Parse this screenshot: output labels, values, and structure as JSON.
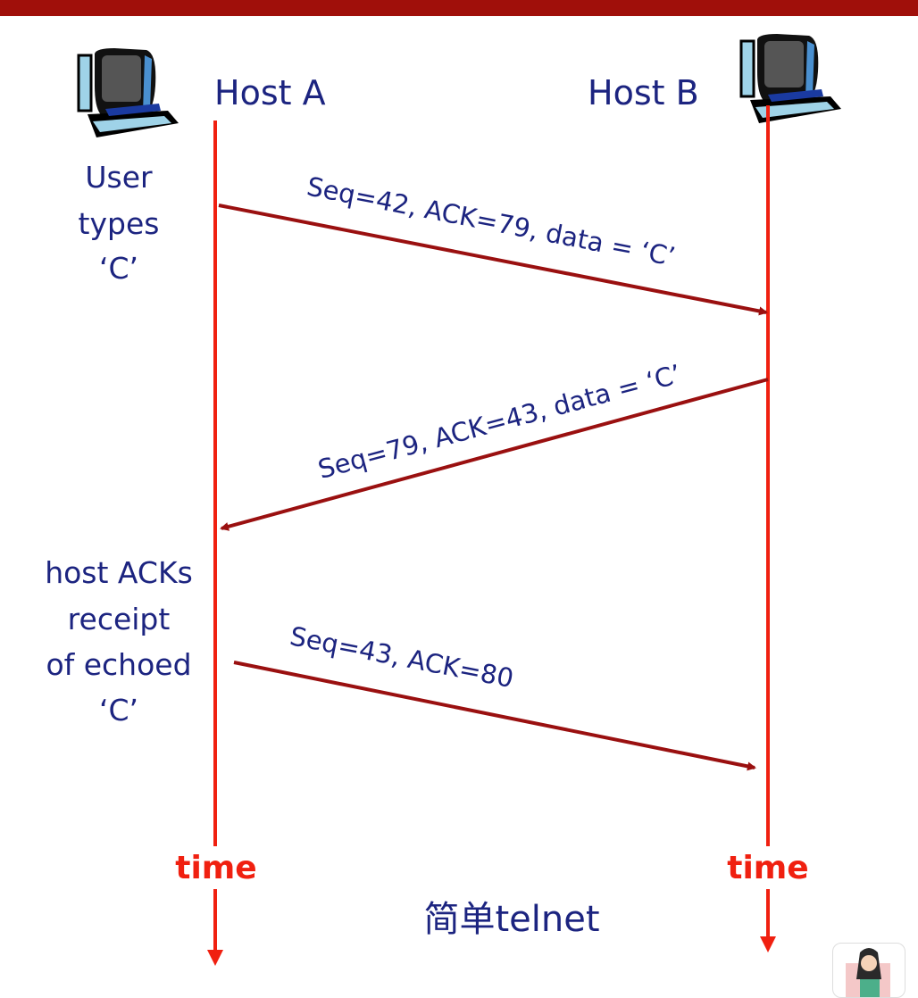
{
  "hosts": {
    "a": "Host A",
    "b": "Host B"
  },
  "left_notes": {
    "user_types": [
      "User",
      "types",
      "‘C’"
    ],
    "host_acks": [
      "host ACKs",
      "receipt",
      "of echoed",
      "‘C’"
    ]
  },
  "messages": [
    "Seq=42, ACK=79, data = ‘C’",
    "Seq=79, ACK=43, data = ‘C’",
    "Seq=43, ACK=80"
  ],
  "time_label": "time",
  "caption": "简单telnet",
  "colors": {
    "header_bar": "#a00f0a",
    "timeline": "#f02010",
    "message_arrow": "#9a1010",
    "text": "#1c2480"
  },
  "icons": [
    "computer-icon",
    "computer-icon",
    "avatar-icon"
  ]
}
